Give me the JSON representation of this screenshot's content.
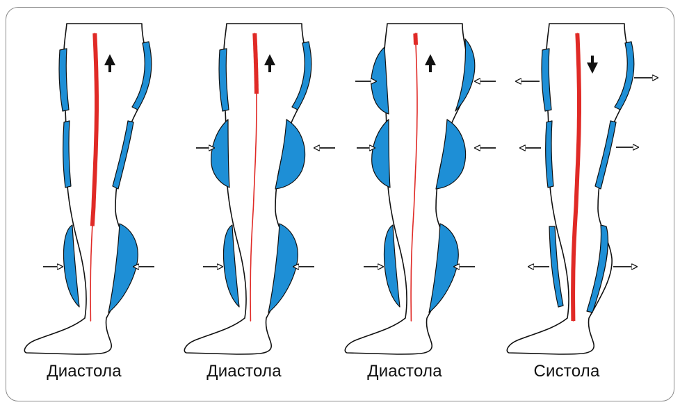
{
  "colors": {
    "cuff": "#1e8fd6",
    "cuff_stroke": "#111111",
    "vein": "#e02a26",
    "outline": "#111111",
    "arrow": "#111111"
  },
  "panels": [
    {
      "caption": "Диастола",
      "active_cuffs": [
        "calf"
      ],
      "flow": "up",
      "vein_thick_fraction": 0.67
    },
    {
      "caption": "Диастола",
      "active_cuffs": [
        "thigh",
        "calf"
      ],
      "flow": "up",
      "vein_thick_fraction": 0.21
    },
    {
      "caption": "Диастола",
      "active_cuffs": [
        "upper",
        "thigh",
        "calf"
      ],
      "flow": "up",
      "vein_thick_fraction": 0.04
    },
    {
      "caption": "Систола",
      "active_cuffs": [],
      "flow": "down",
      "vein_thick_fraction": 1.0
    }
  ]
}
